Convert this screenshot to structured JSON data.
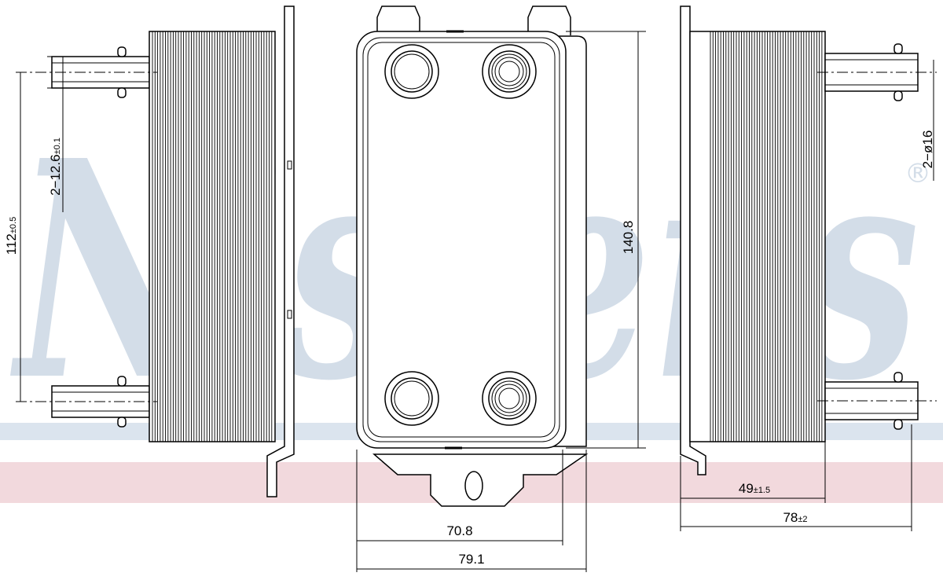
{
  "watermark": {
    "brand": "Nissens",
    "registered_mark": "®",
    "colors": {
      "letters": "#d3dde8",
      "blue_band": "#dbe4ee",
      "red_band": "#f2d9dd"
    }
  },
  "drawing": {
    "line_color": "#000000",
    "views": [
      "side-view-left",
      "front-view",
      "side-view-right"
    ]
  },
  "dimensions": {
    "inlet_spacing": {
      "main": "112",
      "tol": "±0.5"
    },
    "fitting_dia_left": {
      "main": "2−12.6",
      "tol": "±0.1"
    },
    "height": {
      "main": "140.8"
    },
    "fitting_dia_right": {
      "main": "2−ø16"
    },
    "depth_inner": {
      "main": "49",
      "tol": "±1.5"
    },
    "depth_total": {
      "main": "78",
      "tol": "±2"
    },
    "width_inner": {
      "main": "70.8"
    },
    "width_total": {
      "main": "79.1"
    }
  }
}
